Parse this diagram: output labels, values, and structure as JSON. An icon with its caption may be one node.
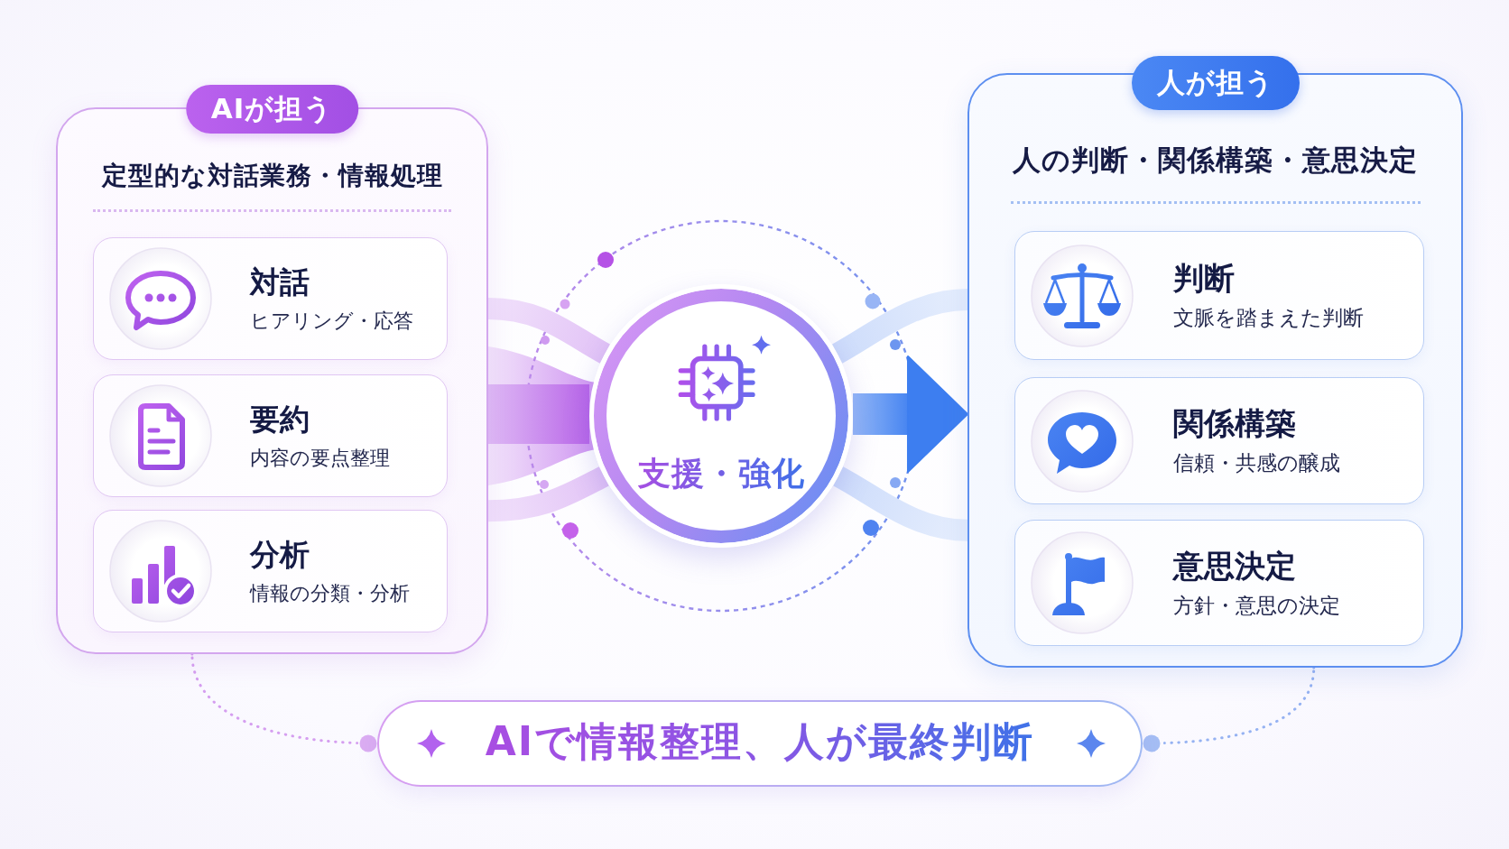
{
  "diagram": {
    "nodes": [
      {
        "text": [
          "AIが担う",
          "定型的な対話業務・情報処理"
        ]
      },
      {
        "text": [
          "対話",
          "ヒアリング・応答"
        ],
        "in": 0
      },
      {
        "text": [
          "要約",
          "内容の要点整理"
        ],
        "in": 0
      },
      {
        "text": [
          "分析",
          "情報の分類・分析"
        ],
        "in": 0
      },
      {
        "text": [
          "支援・強化"
        ]
      },
      {
        "text": [
          "人が担う",
          "人の判断・関係構築・意思決定"
        ]
      },
      {
        "text": [
          "判断",
          "文脈を踏まえた判断"
        ],
        "in": 5
      },
      {
        "text": [
          "関係構築",
          "信頼・共感の醸成"
        ],
        "in": 5
      },
      {
        "text": [
          "意思決定",
          "方針・意思の決定"
        ],
        "in": 5
      },
      {
        "text": [
          "AIで情報整理、人が最終判断"
        ]
      }
    ],
    "edges": [
      {
        "from": 0,
        "to": 4,
        "arrow": "none",
        "style": "thick",
        "color": "#b865e8"
      },
      {
        "from": 4,
        "to": 5,
        "arrow": "to",
        "style": "thick",
        "color": "#3d7ef0"
      },
      {
        "from": 0,
        "to": 9,
        "arrow": "other",
        "style": "dashed",
        "color": "#d59ef0"
      },
      {
        "from": 5,
        "to": 9,
        "arrow": "other",
        "style": "dashed",
        "color": "#95b2f2"
      },
      {
        "from": 0,
        "to": 4,
        "arrow": "none",
        "style": "thick",
        "color": "#e2c3f6"
      },
      {
        "from": 0,
        "to": 4,
        "arrow": "none",
        "style": "thick",
        "color": "#e2c3f6"
      },
      {
        "from": 4,
        "to": 5,
        "arrow": "none",
        "style": "thick",
        "color": "#cddcfb"
      },
      {
        "from": 4,
        "to": 5,
        "arrow": "none",
        "style": "thick",
        "color": "#cddcfb"
      }
    ]
  }
}
